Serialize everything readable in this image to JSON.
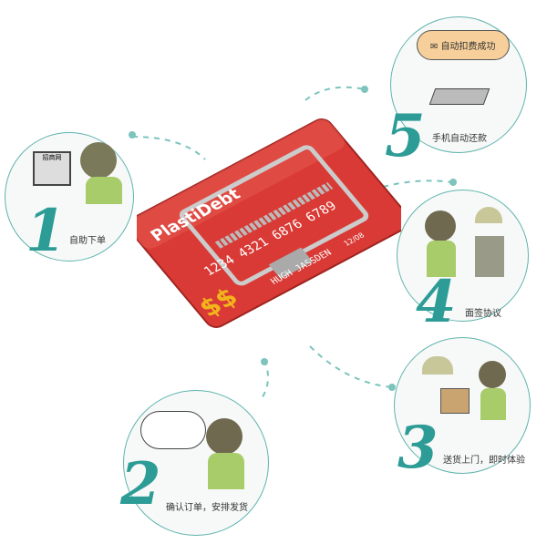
{
  "steps": [
    {
      "number": "1",
      "caption": "自助下单",
      "screen_label": "招商网"
    },
    {
      "number": "2",
      "caption": "确认订单，安排发货"
    },
    {
      "number": "3",
      "caption": "送货上门，即时体验"
    },
    {
      "number": "4",
      "caption": "面签协议"
    },
    {
      "number": "5",
      "caption": "手机自动还款",
      "bubble": "自动扣费成功"
    }
  ],
  "card": {
    "brand": "PlastiDebt",
    "number": "1234 4321 6876 6789",
    "holder": "HUGH JASSDEN",
    "expiry": "12/08"
  },
  "colors": {
    "accent": "#2d9c96",
    "card": "#d93a35",
    "circle_border": "#5fb3ad"
  }
}
